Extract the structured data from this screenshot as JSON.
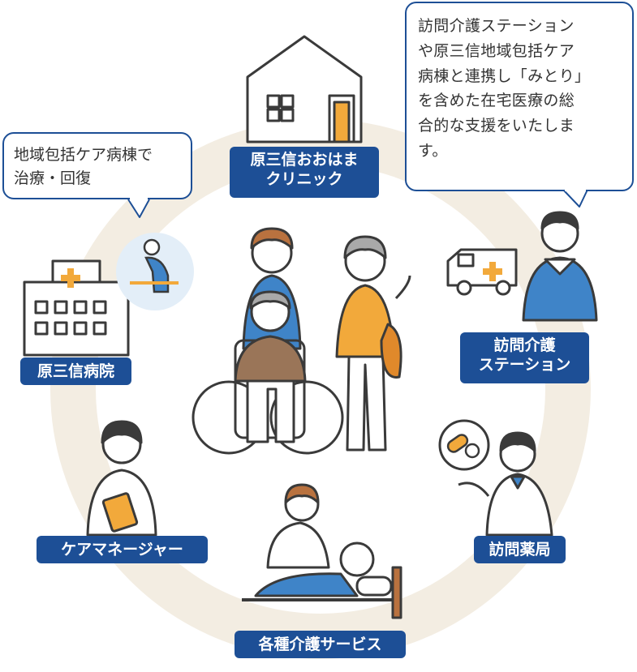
{
  "nodes": {
    "clinic": {
      "label_line1": "原三信おおはま",
      "label_line2": "クリニック"
    },
    "hospital": {
      "label": "原三信病院"
    },
    "station": {
      "label_line1": "訪問介護",
      "label_line2": "ステーション"
    },
    "care_manager": {
      "label": "ケアマネージャー"
    },
    "pharmacy": {
      "label": "訪問薬局"
    },
    "care_services": {
      "label": "各種介護サービス"
    }
  },
  "bubbles": {
    "hospital_note": {
      "lines": [
        "地域包括ケア病棟で",
        "治療・回復"
      ]
    },
    "station_note": {
      "lines": [
        "訪問介護ステーション",
        "や原三信地域包括ケア",
        "病棟と連携し「みとり」",
        "を含めた在宅医療の総",
        "合的な支援をいたしま",
        "す。"
      ]
    }
  },
  "colors": {
    "accent": "#1d4f96",
    "ring": "#f3ede2",
    "outline": "#3a3a3a",
    "orange": "#f2a93b",
    "blue": "#3f84c8"
  }
}
